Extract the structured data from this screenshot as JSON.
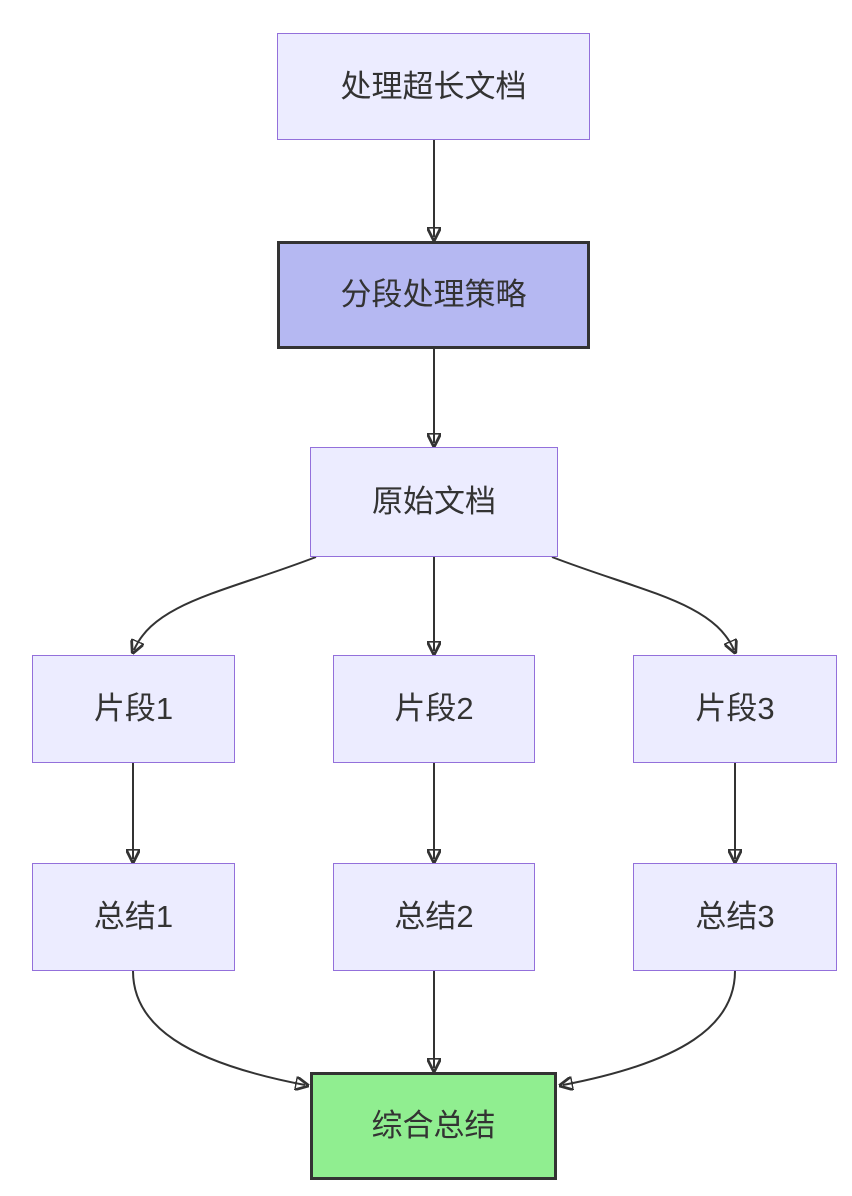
{
  "diagram": {
    "kind": "flowchart",
    "direction": "top-down",
    "nodes": {
      "start": {
        "label": "处理超长文档",
        "style": "default"
      },
      "strategy": {
        "label": "分段处理策略",
        "style": "highlight"
      },
      "doc": {
        "label": "原始文档",
        "style": "default"
      },
      "frag1": {
        "label": "片段1",
        "style": "default"
      },
      "frag2": {
        "label": "片段2",
        "style": "default"
      },
      "frag3": {
        "label": "片段3",
        "style": "default"
      },
      "sum1": {
        "label": "总结1",
        "style": "default"
      },
      "sum2": {
        "label": "总结2",
        "style": "default"
      },
      "sum3": {
        "label": "总结3",
        "style": "default"
      },
      "final": {
        "label": "综合总结",
        "style": "success"
      }
    },
    "edges": [
      {
        "from": "start",
        "to": "strategy"
      },
      {
        "from": "strategy",
        "to": "doc"
      },
      {
        "from": "doc",
        "to": "frag1"
      },
      {
        "from": "doc",
        "to": "frag2"
      },
      {
        "from": "doc",
        "to": "frag3"
      },
      {
        "from": "frag1",
        "to": "sum1"
      },
      {
        "from": "frag2",
        "to": "sum2"
      },
      {
        "from": "frag3",
        "to": "sum3"
      },
      {
        "from": "sum1",
        "to": "final"
      },
      {
        "from": "sum2",
        "to": "final"
      },
      {
        "from": "sum3",
        "to": "final"
      }
    ],
    "colors": {
      "background": "#ffffff",
      "node_fill": "#ECECFF",
      "node_border": "#9370DB",
      "highlight_fill": "#b5b8f2",
      "highlight_border": "#333333",
      "success_fill": "#90EE90",
      "success_border": "#333333",
      "edge": "#333333",
      "text": "#333333"
    }
  }
}
